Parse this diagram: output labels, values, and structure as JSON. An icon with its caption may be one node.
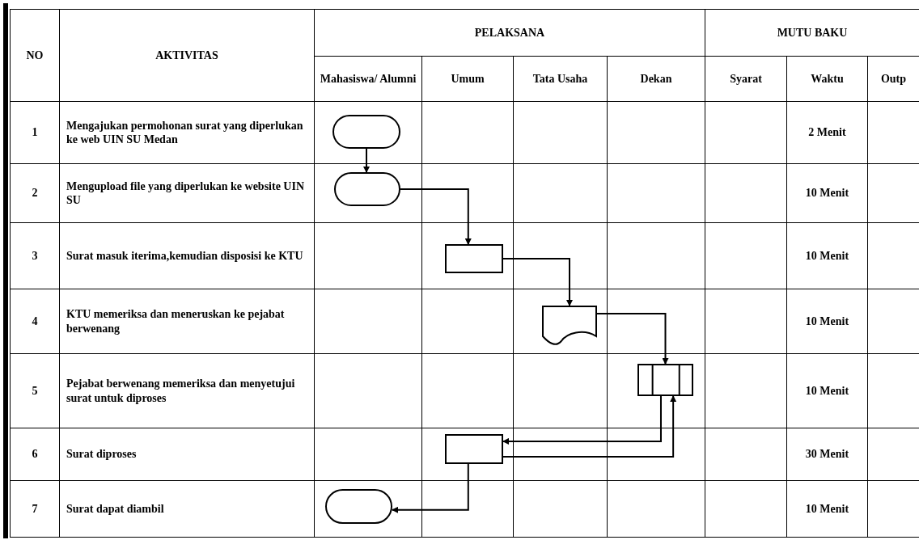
{
  "diagram": {
    "nodes": [
      {
        "text": [],
        "shape": "oval"
      },
      {
        "text": [],
        "shape": "oval"
      },
      {
        "text": [],
        "shape": "box"
      },
      {
        "text": [],
        "shape": "document"
      },
      {
        "text": [],
        "shape": "subroutine"
      },
      {
        "text": [],
        "shape": "box"
      },
      {
        "text": [],
        "shape": "oval"
      }
    ],
    "edges": [
      {
        "from": 0,
        "to": 1,
        "arrow": "to"
      },
      {
        "from": 1,
        "to": 2,
        "arrow": "to"
      },
      {
        "from": 2,
        "to": 3,
        "arrow": "to"
      },
      {
        "from": 3,
        "to": 4,
        "arrow": "to"
      },
      {
        "from": 4,
        "to": 5,
        "arrow": "to"
      },
      {
        "from": 5,
        "to": 4,
        "arrow": "to"
      },
      {
        "from": 5,
        "to": 6,
        "arrow": "to"
      }
    ],
    "labels": [
      "PELAKSANA",
      "MUTU BAKU",
      "NO",
      "AKTIVITAS",
      "Mahasiswa/ Alumni",
      "Umum",
      "Tata Usaha",
      "Dekan",
      "Syarat",
      "Waktu",
      "Outp",
      "1",
      "Mengajukan permohonan surat yang diperlukan ke web UIN SU Medan",
      "2 Menit",
      "2",
      "Mengupload file yang diperlukan ke website UIN SU",
      "10 Menit",
      "3",
      "Surat masuk iterima,kemudian disposisi ke KTU",
      "10 Menit",
      "4",
      "KTU memeriksa dan meneruskan ke pejabat berwenang",
      "10 Menit",
      "5",
      "Pejabat berwenang memeriksa dan menyetujui surat untuk diproses",
      "10 Menit",
      "6",
      "Surat diproses",
      "30 Menit",
      "7",
      "Surat dapat diambil",
      "10 Menit"
    ]
  }
}
